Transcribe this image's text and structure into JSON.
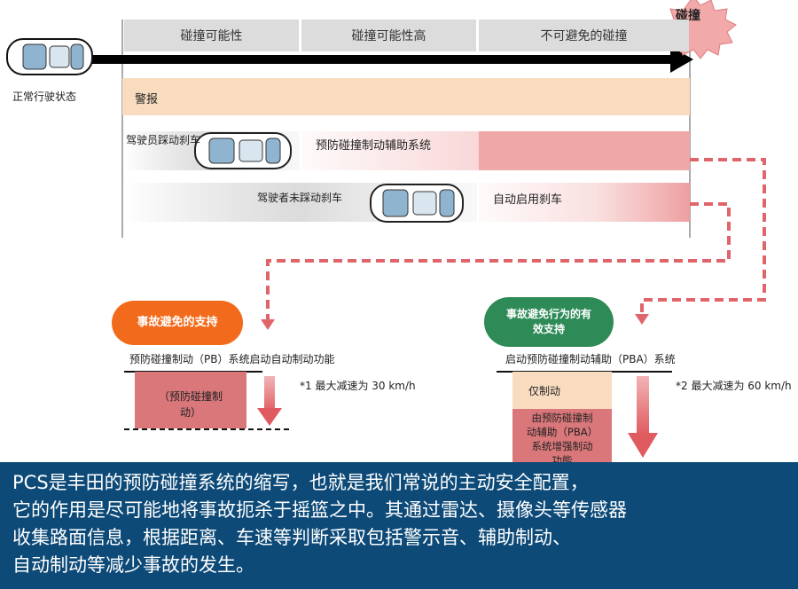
{
  "normal_state": "正常行驶状态",
  "collision_star": "碰撞",
  "phases": [
    "碰撞可能性",
    "碰撞可能性高",
    "不可避免的碰撞"
  ],
  "rows": {
    "warning": "警报",
    "driver_brake": "驾驶员踩动刹车",
    "pb_assist": "预防碰撞制动辅助系统",
    "driver_no_brake": "驾驶者未踩动刹车",
    "auto_brake": "自动启用刹车"
  },
  "left_panel": {
    "bubble": "事故避免的支持",
    "title": "预防碰撞制动（PB）系统启动自动制动功能",
    "note": "*1 最大减速为 30 km/h",
    "box_line1": "（预防碰撞制",
    "box_line2": "动）"
  },
  "right_panel": {
    "bubble_line1": "事故避免行为的有",
    "bubble_line2": "效支持",
    "title": "启动预防碰撞制动辅助（PBA）系统",
    "note": "*2 最大减速为 60 km/h",
    "brake_only": "仅制动",
    "box_line1": "由预防碰撞制",
    "box_line2": "动辅助（PBA）",
    "box_line3": "系统增强制动",
    "box_line4": "功能"
  },
  "caption_lines": [
    "PCS是丰田的预防碰撞系统的缩写，也就是我们常说的主动安全配置，",
    "它的作用是尽可能地将事故扼杀于摇篮之中。其通过雷达、摄像头等传感器",
    "收集路面信息，根据距离、车速等判断采取包括警示音、辅助制动、",
    "自动制动等减少事故的发生。"
  ],
  "colors": {
    "warning_band": "#f9dcc0",
    "pink_band": "#f0a7a8",
    "red_box": "#d9777a",
    "orange_bubble": "#f26a1b",
    "green_bubble": "#2e8b57",
    "caption_bg": "#0d4a78",
    "dash_red": "#e0656a"
  }
}
